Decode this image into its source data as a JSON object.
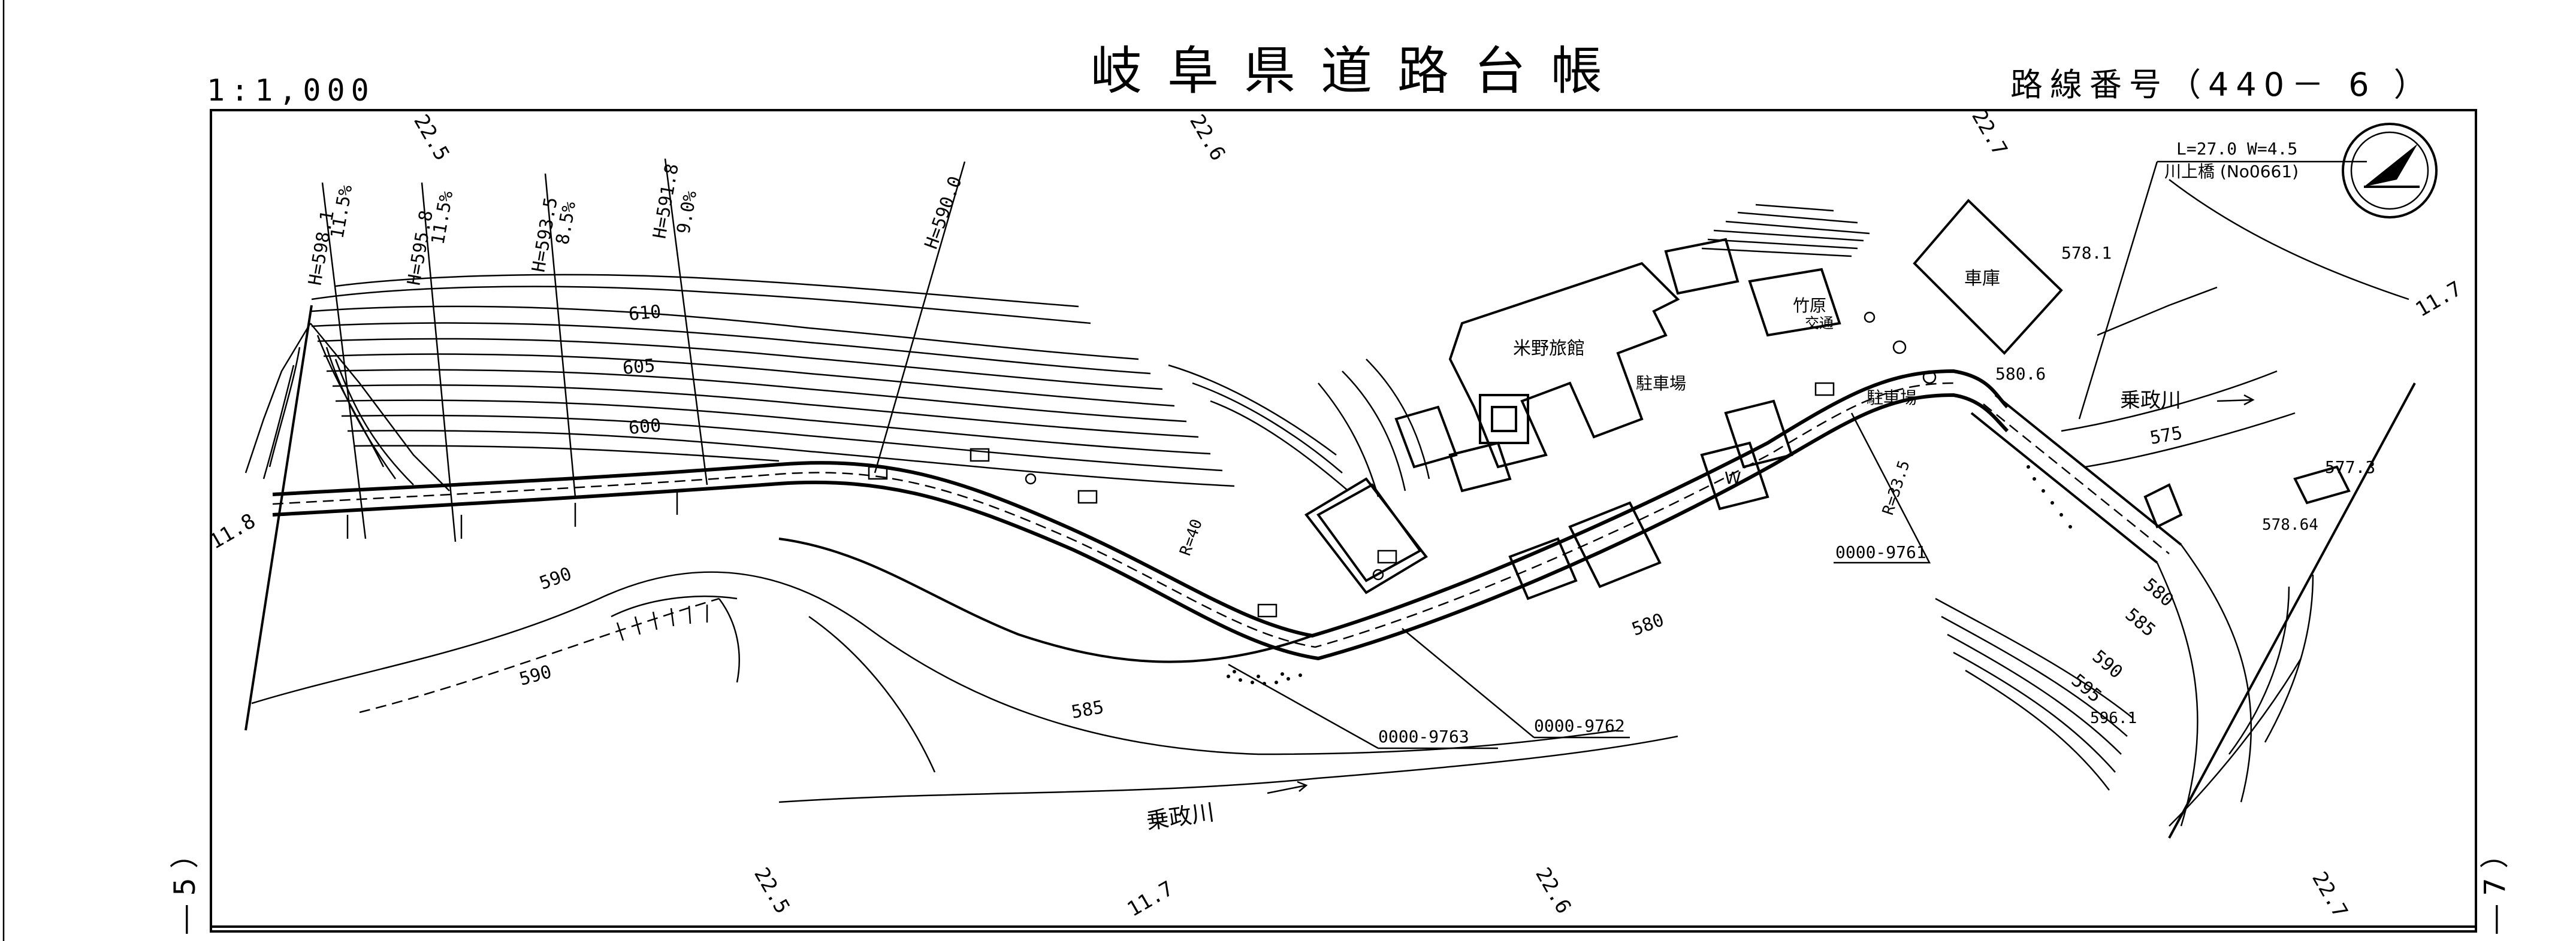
{
  "header": {
    "title": "岐阜県道路台帳",
    "scale": "1:1,000",
    "route_number_label": "路線番号（440－ 6 ）"
  },
  "side_sheets": {
    "left": "― 5 ）",
    "right": "― 7 ）"
  },
  "grid_labels": {
    "top": [
      "22.5",
      "22.6",
      "22.7"
    ],
    "bottom": [
      "22.5",
      "11.7",
      "22.6",
      "22.7"
    ],
    "left": "11.8",
    "right": "11.7"
  },
  "contours": [
    "610",
    "605",
    "600",
    "590",
    "590",
    "585",
    "580",
    "575",
    "590",
    "585",
    "580",
    "595"
  ],
  "elevations": [
    "578.1",
    "580.6",
    "577.3",
    "578.64",
    "596.1"
  ],
  "section_labels": [
    {
      "h": "H=598.1",
      "g": "11.5%"
    },
    {
      "h": "H=595.8",
      "g": "11.5%"
    },
    {
      "h": "H=593.5",
      "g": "8.5%"
    },
    {
      "h": "H=591.8",
      "g": "9.0%"
    },
    {
      "h": "H=590.0",
      "g": ""
    }
  ],
  "place_labels": {
    "ryokan": "米野旅館",
    "garage": "車庫",
    "parking1": "駐車場",
    "parking2": "駐車場",
    "takehara": "竹原",
    "koutsu": "交通",
    "w": "W",
    "river1": "乗政川",
    "river2": "乗政川"
  },
  "bridge": {
    "dims": "L=27.0  W=4.5",
    "name": "川上橋 (No0661)"
  },
  "curve_labels": [
    "R=33.5",
    "R=40"
  ],
  "feature_ids": [
    "0000-9761",
    "0000-9762",
    "0000-9763"
  ],
  "colors": {
    "ink": "#000000",
    "paper": "#ffffff"
  }
}
